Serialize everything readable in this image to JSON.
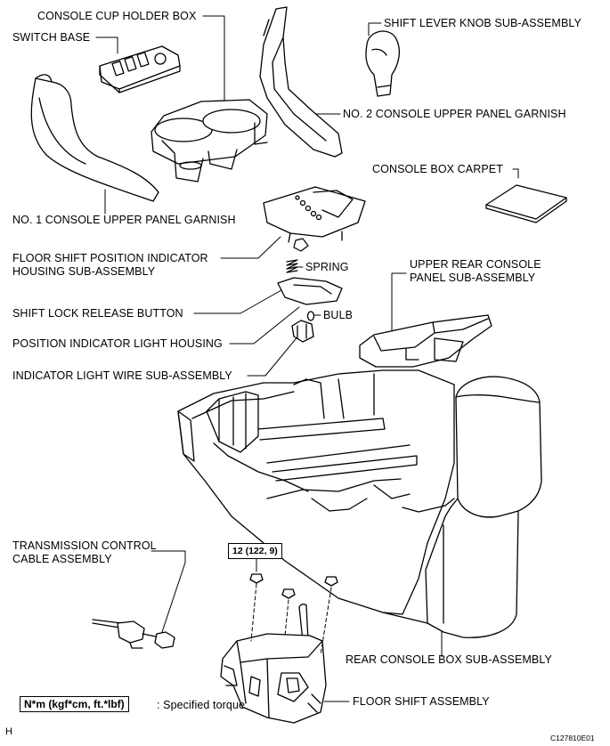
{
  "labels": {
    "console_cup_holder_box": "CONSOLE CUP HOLDER BOX",
    "switch_base": "SWITCH BASE",
    "shift_lever_knob": "SHIFT LEVER KNOB SUB-ASSEMBLY",
    "no2_console_upper_panel_garnish": "NO. 2 CONSOLE UPPER PANEL GARNISH",
    "console_box_carpet": "CONSOLE BOX CARPET",
    "no1_console_upper_panel_garnish": "NO. 1 CONSOLE UPPER PANEL GARNISH",
    "floor_shift_indicator_line1": "FLOOR SHIFT POSITION INDICATOR",
    "floor_shift_indicator_line2": "HOUSING SUB-ASSEMBLY",
    "spring": "SPRING",
    "upper_rear_console_line1": "UPPER REAR CONSOLE",
    "upper_rear_console_line2": "PANEL SUB-ASSEMBLY",
    "shift_lock_release_button": "SHIFT LOCK RELEASE BUTTON",
    "bulb": "BULB",
    "position_indicator_light_housing": "POSITION INDICATOR LIGHT HOUSING",
    "indicator_light_wire": "INDICATOR LIGHT WIRE SUB-ASSEMBLY",
    "transmission_cable_line1": "TRANSMISSION CONTROL",
    "transmission_cable_line2": "CABLE ASSEMBLY",
    "rear_console_box": "REAR CONSOLE BOX SUB-ASSEMBLY",
    "floor_shift_assembly": "FLOOR SHIFT ASSEMBLY"
  },
  "torque": {
    "value": "12 (122, 9)"
  },
  "legend": {
    "unit_box": "N*m (kgf*cm, ft.*lbf)",
    "description": ": Specified torque"
  },
  "footer": {
    "left_letter": "H",
    "figure_code": "C127810E01"
  }
}
